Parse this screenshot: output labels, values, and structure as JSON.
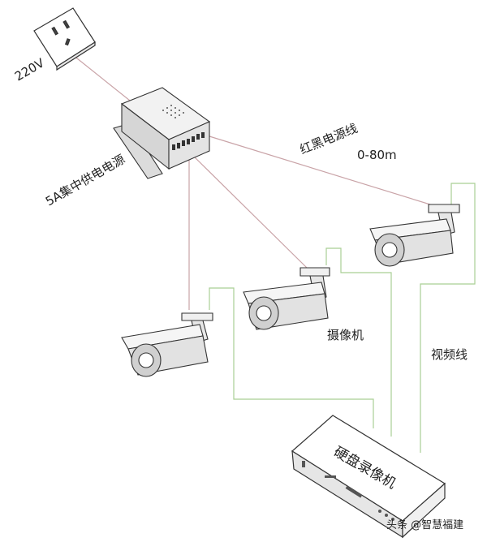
{
  "labels": {
    "voltage": "220V",
    "power_supply": "5A集中供电电源",
    "power_cable": "红黑电源线",
    "distance": "0-80m",
    "camera": "摄像机",
    "video_cable": "视频线",
    "dvr": "硬盘录像机"
  },
  "watermark": "头条 @智慧福建",
  "colors": {
    "power_line": "#c9a3a7",
    "video_line": "#a9cf95",
    "outline": "#333333"
  },
  "icons": {
    "outlet": "wall-outlet-icon",
    "psu": "power-supply-box-icon",
    "camera": "bullet-camera-icon",
    "dvr": "dvr-box-icon"
  }
}
